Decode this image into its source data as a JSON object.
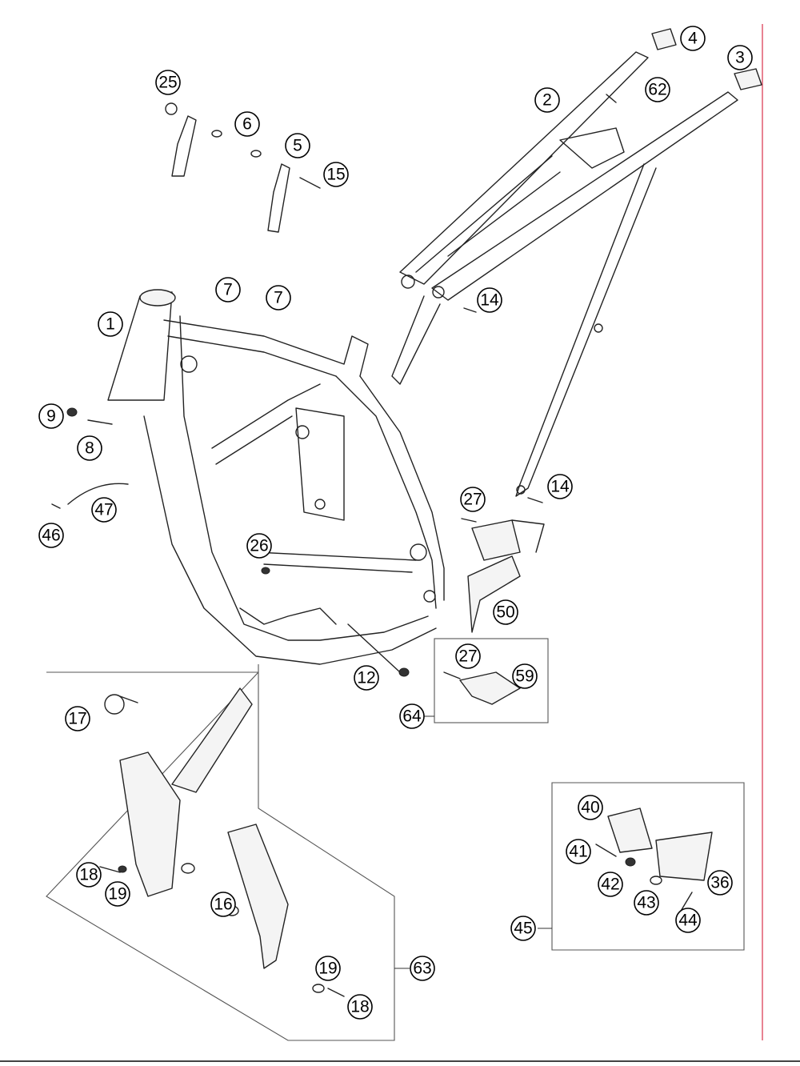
{
  "diagram": {
    "accent_color": "#e05a6e",
    "callouts": [
      "1",
      "2",
      "3",
      "4",
      "5",
      "6",
      "7",
      "7",
      "8",
      "9",
      "12",
      "14",
      "14",
      "15",
      "16",
      "17",
      "18",
      "18",
      "19",
      "19",
      "25",
      "26",
      "27",
      "27",
      "36",
      "40",
      "41",
      "42",
      "43",
      "44",
      "45",
      "46",
      "47",
      "50",
      "59",
      "62",
      "63",
      "64"
    ]
  }
}
